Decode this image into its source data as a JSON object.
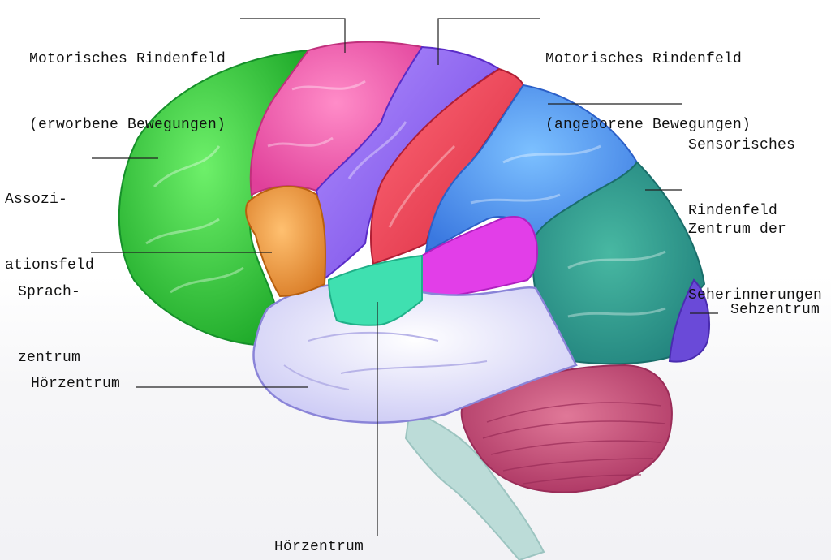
{
  "labels": {
    "motor_acquired": [
      "Motorisches Rindenfeld",
      "(erworbene Bewegungen)"
    ],
    "motor_innate": [
      "Motorisches Rindenfeld",
      "(angeborene Bewegungen)"
    ],
    "sensory": [
      "Sensorisches",
      "Rindenfeld"
    ],
    "association": [
      "Assozi-",
      "ationsfeld"
    ],
    "visual_memory": [
      "Zentrum der",
      "Seherinnerungen"
    ],
    "speech": [
      "Sprach-",
      "zentrum"
    ],
    "visual": "Sehzentrum",
    "auditory_left": "Hörzentrum",
    "auditory_bottom": "Hörzentrum"
  },
  "colors": {
    "association": "#3fcf3c",
    "motor_acquired": "#ee5aa8",
    "premotor": "#8e5cf0",
    "motor_innate": "#e44a5c",
    "sensory": "#4a98ec",
    "visual_memory": "#2a9c8c",
    "visual": "#6a4ad8",
    "speech": "#ee9b3c",
    "auditory_area": "#3fe0b0",
    "magenta_area": "#e23ee8",
    "temporal": "#e8e8f8",
    "cerebellum": "#c84c7a",
    "brainstem": "#bcdcd8"
  }
}
